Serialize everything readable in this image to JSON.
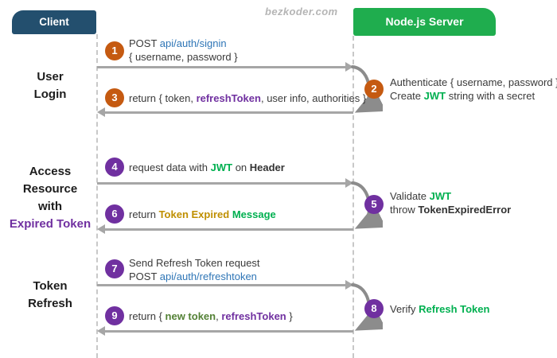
{
  "watermark": "bezkoder.com",
  "actors": {
    "client": "Client",
    "server": "Node.js Server"
  },
  "colors": {
    "client_header": "#234f6e",
    "server_header": "#1fad4e",
    "orange_badge": "#c55a11",
    "purple_badge": "#7030a0",
    "arrow_gray": "#a6a6a6",
    "loop_gray": "#8c8c8c",
    "api_blue": "#2e75b6",
    "jwt_green": "#00b050",
    "expired_olive": "#bf8f00",
    "new_token_green": "#538135",
    "highlight_purple": "#7030a0"
  },
  "sections": {
    "user_login": {
      "line1": "User",
      "line2": "Login"
    },
    "access_resource": {
      "line1": "Access",
      "line2": "Resource",
      "line3": "with",
      "highlight": "Expired Token"
    },
    "token_refresh": {
      "line1": "Token",
      "line2": "Refresh"
    }
  },
  "steps": {
    "s1": {
      "num": "1",
      "l1a": "POST ",
      "l1b": "api/auth/signin",
      "l2": "{ username, password }"
    },
    "s2": {
      "num": "2",
      "l1": "Authenticate { username, password }",
      "l2a": "Create ",
      "l2b": "JWT",
      "l2c": " string with a secret"
    },
    "s3": {
      "num": "3",
      "a": "return { token, ",
      "b": "refreshToken",
      "c": ", user info, authorities }"
    },
    "s4": {
      "num": "4",
      "a": "request data with ",
      "b": "JWT",
      "c": " on ",
      "d": "Header"
    },
    "s5": {
      "num": "5",
      "l1a": "Validate ",
      "l1b": "JWT",
      "l2a": "throw ",
      "l2b": "TokenExpiredError"
    },
    "s6": {
      "num": "6",
      "a": "return ",
      "b": "Token Expired",
      "c": " ",
      "d": "Message"
    },
    "s7": {
      "num": "7",
      "l1": "Send Refresh Token request",
      "l2a": "POST ",
      "l2b": "api/auth/refreshtoken"
    },
    "s8": {
      "num": "8",
      "a": "Verify ",
      "b": "Refresh Token"
    },
    "s9": {
      "num": "9",
      "a": "return { ",
      "b": "new token",
      "c": ", ",
      "d": "refreshToken",
      "e": " }"
    }
  }
}
